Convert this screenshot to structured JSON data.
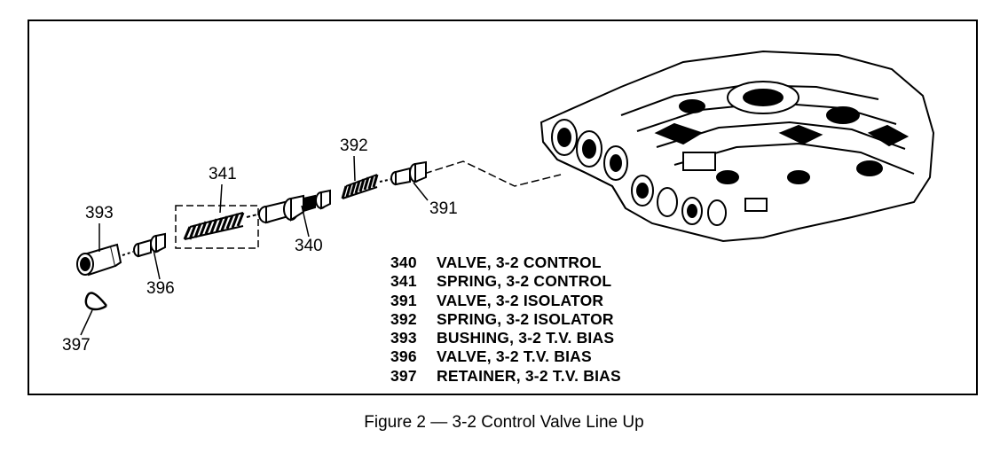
{
  "callouts": {
    "c340": "340",
    "c341": "341",
    "c391": "391",
    "c392": "392",
    "c393": "393",
    "c396": "396",
    "c397": "397"
  },
  "legend": [
    {
      "number": "340",
      "description": "VALVE, 3-2 CONTROL"
    },
    {
      "number": "341",
      "description": "SPRING, 3-2 CONTROL"
    },
    {
      "number": "391",
      "description": "VALVE, 3-2 ISOLATOR"
    },
    {
      "number": "392",
      "description": "SPRING, 3-2 ISOLATOR"
    },
    {
      "number": "393",
      "description": "BUSHING, 3-2 T.V. BIAS"
    },
    {
      "number": "396",
      "description": "VALVE, 3-2 T.V. BIAS"
    },
    {
      "number": "397",
      "description": "RETAINER, 3-2 T.V. BIAS"
    }
  ],
  "caption": "Figure 2 — 3-2 Control Valve Line Up"
}
